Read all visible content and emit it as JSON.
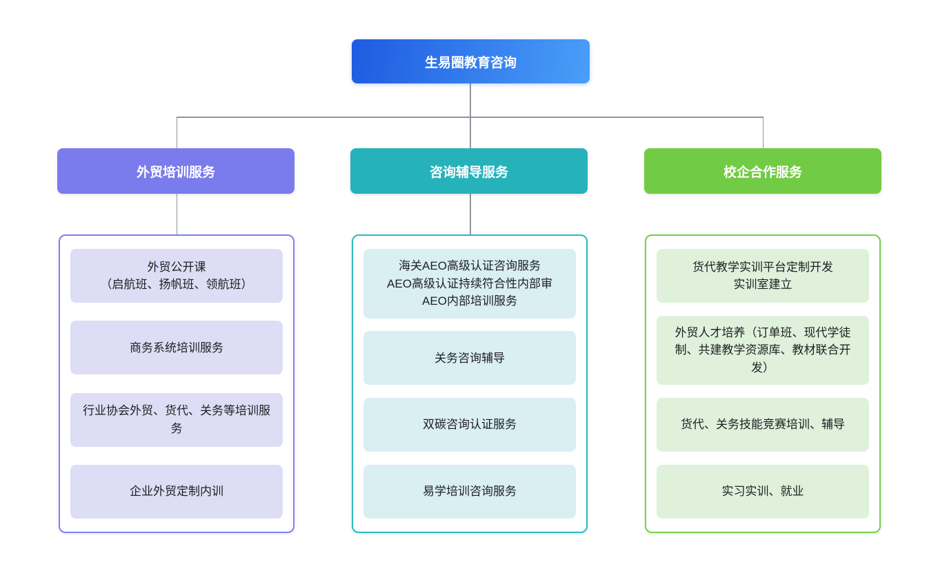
{
  "diagram": {
    "root": {
      "label": "生易圈教育咨询"
    },
    "branches": [
      {
        "label": "外贸培训服务",
        "items": [
          "外贸公开课\n（启航班、扬帆班、领航班）",
          "商务系统培训服务",
          "行业协会外贸、货代、关务等培训服务",
          "企业外贸定制内训"
        ]
      },
      {
        "label": "咨询辅导服务",
        "items": [
          "海关AEO高级认证咨询服务\nAEO高级认证持续符合性内部审\nAEO内部培训服务",
          "关务咨询辅导",
          "双碳咨询认证服务",
          "易学培训咨询服务"
        ]
      },
      {
        "label": "校企合作服务",
        "items": [
          "货代教学实训平台定制开发\n实训室建立",
          "外贸人才培养（订单班、现代学徒制、共建教学资源库、教材联合开发）",
          "货代、关务技能竞赛培训、辅导",
          "实习实训、就业"
        ]
      }
    ],
    "colors": {
      "background": "#FFFFFF",
      "root_gradient_start": "#1E5BE1",
      "root_gradient_end": "#4A9EF8",
      "branch_1_accent": "#7A7BEC",
      "branch_1_item_bg": "#DEDDF6",
      "branch_2_accent": "#26B2BB",
      "branch_2_item_bg": "#D9EFF2",
      "branch_3_accent": "#72CB44",
      "branch_3_item_bg": "#DFF1DB",
      "connector": "#8E959C",
      "item_text": "#1E1F22",
      "header_text": "#FFFFFF"
    }
  }
}
